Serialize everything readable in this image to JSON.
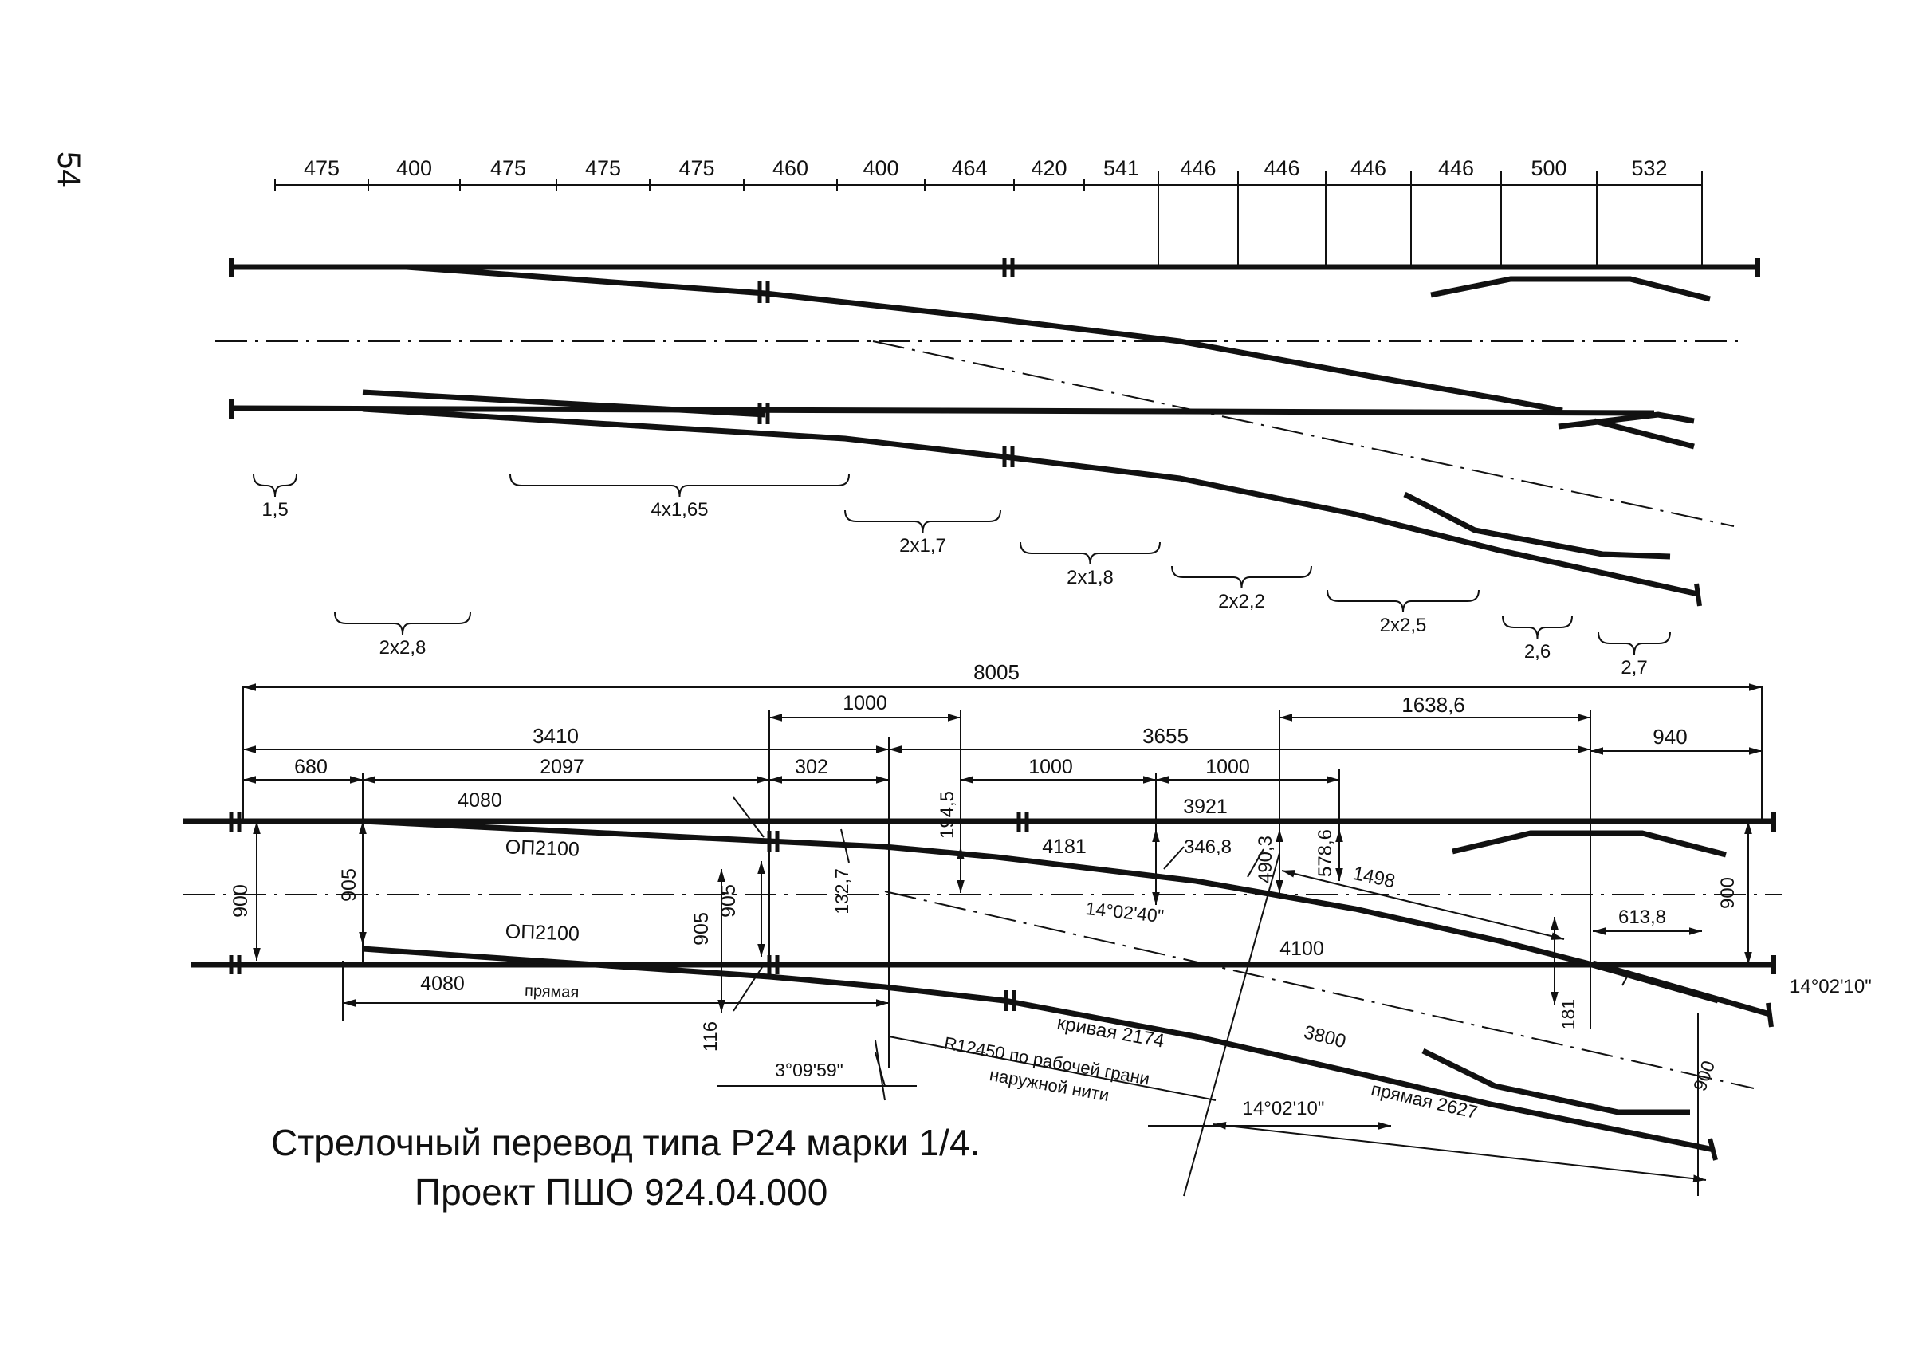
{
  "page_number": "54",
  "caption": {
    "line1": "Стрелочный перевод типа Р24 марки 1/4.",
    "line2": "Проект ПШО 924.04.000"
  },
  "top_scheme": {
    "tie_spacings": [
      "475",
      "400",
      "475",
      "475",
      "475",
      "460",
      "400",
      "464",
      "420",
      "541",
      "446",
      "446",
      "446",
      "446",
      "500",
      "532"
    ],
    "braces": [
      {
        "label": "1,5"
      },
      {
        "label": "4x1,65"
      },
      {
        "label": "2x1,7"
      },
      {
        "label": "2x1,8"
      },
      {
        "label": "2x2,2"
      },
      {
        "label": "2x2,5"
      },
      {
        "label": "2x2,8"
      },
      {
        "label": "2,6"
      },
      {
        "label": "2,7"
      }
    ]
  },
  "bottom_scheme": {
    "dims": {
      "total": "8005",
      "d1000_top": "1000",
      "d3410": "3410",
      "d3655": "3655",
      "d1638": "1638,6",
      "d940": "940",
      "d680": "680",
      "d2097": "2097",
      "d302": "302",
      "d1000_a": "1000",
      "d1000_b": "1000",
      "d194": "194,5",
      "d4080_top": "4080",
      "d3921": "3921",
      "op_top": "ОП2100",
      "d4181": "4181",
      "d346": "346,8",
      "d490": "490,3",
      "d578": "578,6",
      "d1498": "1498",
      "d900_left": "900",
      "d905_left": "905",
      "d905_a": "905",
      "d905_b": "905",
      "d132": "132,7",
      "angle_mid": "14°02'40\"",
      "d613": "613,8",
      "d900_right": "900",
      "op_bottom": "ОП2100",
      "d4100": "4100",
      "angle_right": "14°02'10\"",
      "d4080_bot": "4080",
      "pryamaya": "прямая",
      "d116": "116",
      "d181": "181",
      "krivaya": "кривая 2174",
      "d3800": "3800",
      "r_line1": "R12450 по рабочей грани",
      "r_line2": "наружной нити",
      "angle_309": "3°09'59\"",
      "angle_bottom": "14°02'10\"",
      "pryamaya2627": "прямая 2627",
      "d900_bot": "900"
    }
  },
  "colors": {
    "ink": "#111111",
    "background": "#ffffff"
  }
}
